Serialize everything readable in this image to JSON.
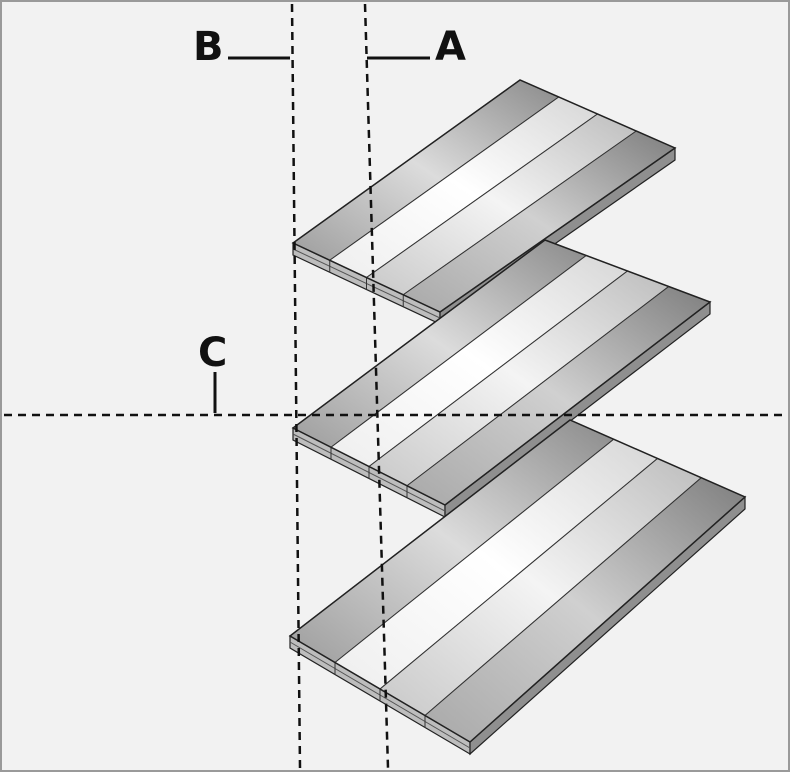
{
  "diagram": {
    "labels": {
      "a": "A",
      "b": "B",
      "c": "C"
    },
    "panel_count": 3,
    "planks_per_panel": 4,
    "colors": {
      "background": "#f2f2f2",
      "border": "#9a9a9a",
      "line": "#111111"
    }
  }
}
